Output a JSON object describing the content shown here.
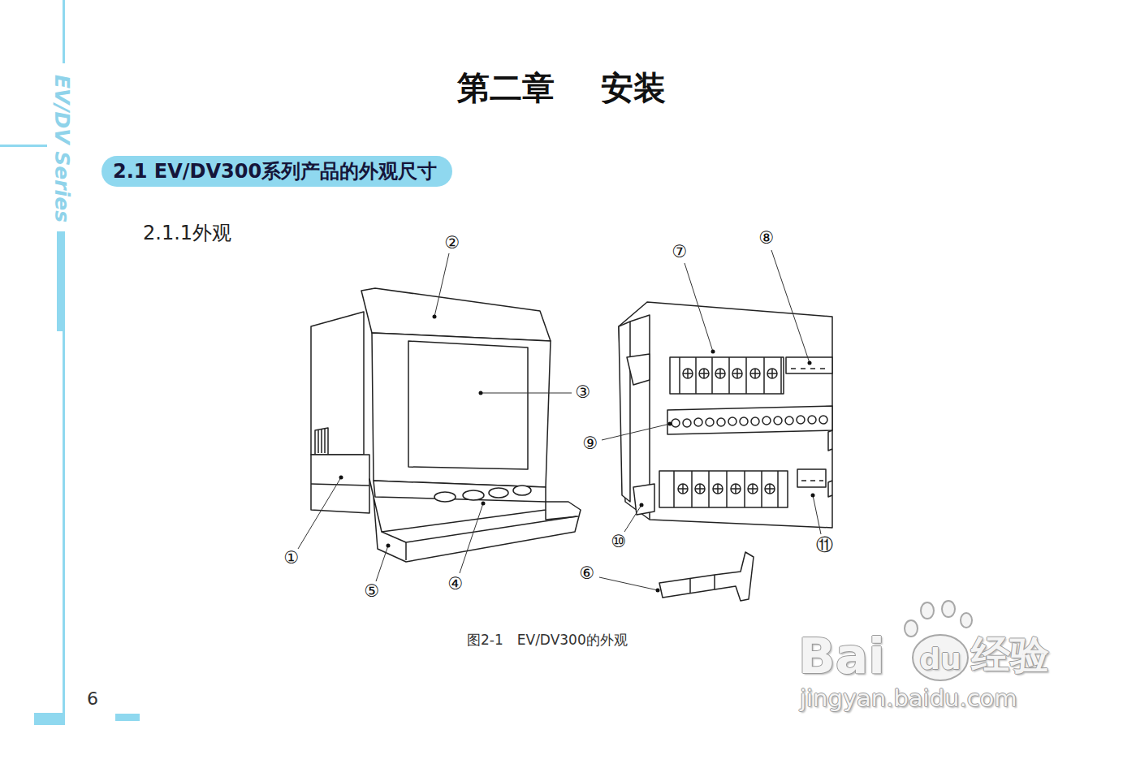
{
  "diagram": {
    "title": "第二章 安装",
    "caption": "图2-1　EV/DV300的外观",
    "nodes": [
      {
        "text": [
          "2.1 EV/DV300系列产品的外观尺寸"
        ]
      }
    ],
    "labels": [
      "EV/DV Series",
      "2.1.1外观",
      "②",
      "⑦",
      "⑧",
      "③",
      "⑨",
      "①",
      "⑩",
      "⑪",
      "⑥",
      "⑤",
      "④",
      "Bai",
      "du",
      "经验",
      "jingyan.baidu.com",
      "6"
    ]
  }
}
